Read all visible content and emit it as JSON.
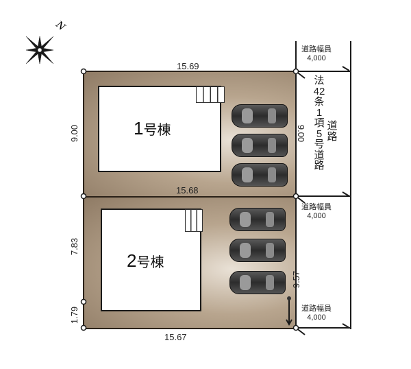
{
  "compass": {
    "north_label": "N"
  },
  "buildings": [
    {
      "number": "1",
      "suffix": "号棟"
    },
    {
      "number": "2",
      "suffix": "号棟"
    }
  ],
  "dimensions": {
    "top": "15.69",
    "lot1_left": "9.00",
    "middle": "15.68",
    "lot2_left": "7.83",
    "lot2_left_small": "1.79",
    "bottom": "15.67",
    "road_lot1": "9.00",
    "road_lot2": "9.57"
  },
  "road": {
    "width_label": "道路幅員",
    "width_value": "4,000",
    "type_label": "法42条1項5号道路",
    "type_chars": [
      "法",
      "42",
      "条",
      "1",
      "項",
      "5",
      "号",
      "道",
      "路"
    ],
    "side_chars": [
      "道",
      "路"
    ]
  },
  "parking": {
    "lot1_cars": 3,
    "lot2_cars": 3
  }
}
